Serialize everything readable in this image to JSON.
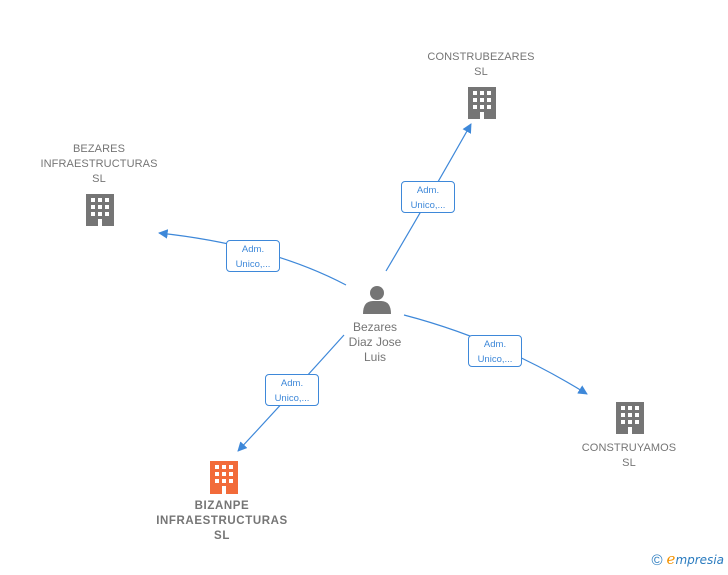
{
  "center": {
    "name_lines": [
      "Bezares",
      "Diaz Jose",
      "Luis"
    ],
    "icon": "person-icon"
  },
  "companies": [
    {
      "id": "construbezares",
      "name_lines": [
        "CONSTRUBEZARES",
        "SL"
      ],
      "icon": "building-icon",
      "color": "#757575",
      "highlight": false
    },
    {
      "id": "bezares-infraestructuras",
      "name_lines": [
        "BEZARES",
        "INFRAESTRUCTURAS",
        "SL"
      ],
      "icon": "building-icon",
      "color": "#757575",
      "highlight": false
    },
    {
      "id": "construyamos",
      "name_lines": [
        "CONSTRUYAMOS",
        "SL"
      ],
      "icon": "building-icon",
      "color": "#757575",
      "highlight": false
    },
    {
      "id": "bizanpe-infraestructuras",
      "name_lines": [
        "BIZANPE",
        "INFRAESTRUCTURAS",
        "SL"
      ],
      "icon": "building-icon",
      "color": "#f26b3a",
      "highlight": true
    }
  ],
  "edges": [
    {
      "to": "construbezares",
      "label_lines": [
        "Adm.",
        "Unico,..."
      ]
    },
    {
      "to": "bezares-infraestructuras",
      "label_lines": [
        "Adm.",
        "Unico,..."
      ]
    },
    {
      "to": "construyamos",
      "label_lines": [
        "Adm.",
        "Unico,..."
      ]
    },
    {
      "to": "bizanpe-infraestructuras",
      "label_lines": [
        "Adm.",
        "Unico,..."
      ]
    }
  ],
  "colors": {
    "edge": "#3e88d9",
    "node": "#757575",
    "highlight": "#f26b3a"
  },
  "footer": {
    "copyright": "©",
    "brand_first": "e",
    "brand_rest": "mpresia"
  }
}
